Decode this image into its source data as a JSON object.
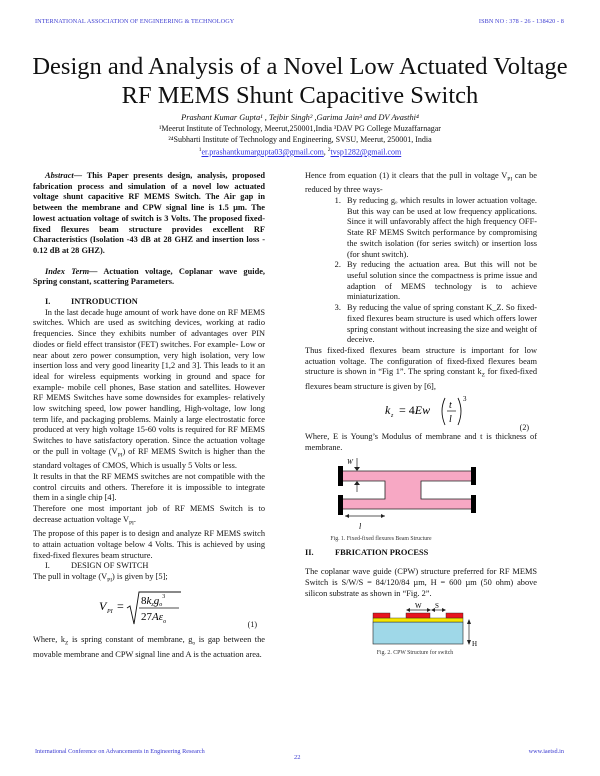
{
  "header": {
    "left": "INTERNATIONAL ASSOCIATION OF ENGINEERING & TECHNOLOGY",
    "right": "ISBN NO : 378 - 26 - 138420 - 8"
  },
  "title": {
    "line1": "Design and Analysis of a Novel Low Actuated Voltage",
    "line2": "RF MEMS Shunt Capacitive Switch"
  },
  "authors": {
    "names": "Prashant Kumar Gupta¹ , Tejbir Singh² ,Garima Jain³ and DV Avasthi⁴",
    "affil1": "¹Meerut Institute of Technology, Meerut,250001,India  ³DAV PG College Muzaffarnagar",
    "affil2": "²⁴Subharti Institute of Technology and Engineering, SVSU, Meerut, 250001, India",
    "email1": "er.prashantkumargupta03@gmail.com",
    "email_sep": ", ",
    "email2": "tvsp1282@gmail.com",
    "email1_sup": "1",
    "email2_sup": "2"
  },
  "abstract": {
    "label": "Abstract—",
    "text": " This Paper presents design, analysis, proposed fabrication process and simulation of a novel low actuated voltage shunt capacitive RF MEMS Switch. The Air gap in between the membrane and CPW signal line is 1.5 µm. The lowest actuation voltage of switch is 3 Volts. The proposed fixed-fixed flexures beam structure provides excellent RF Characteristics (Isolation -43 dB at 28 GHZ and insertion loss - 0.12 dB at 28 GHZ)."
  },
  "index_terms": {
    "label": "Index Term—",
    "text": " Actuation voltage, Coplanar wave guide, Spring constant, scattering Parameters."
  },
  "section1": {
    "num": "I.",
    "title": "INTRODUCTION",
    "p1": "In the last decade huge amount of work have done on RF MEMS switches. Which are used as switching devices, working at radio frequencies. Since they exhibits number of advantages over PIN diodes or field effect transistor (FET) switches. For example- Low or near about zero power consumption, very high isolation, very low insertion loss and very good linearity [1,2 and 3]. This leads to it an ideal for wireless equipments working in ground and space for example- mobile cell phones, Base station and satellites. However RF MEMS Switches have some downsides for examples- relatively low switching speed, low power handling, High-voltage, low long term life, and packaging problems. Mainly a large electrostatic force produced at very high voltage 15-60 volts is required for RF MEMS Switches to have satisfactory operation. Since the actuation voltage or the pull in voltage (V",
    "p1_sub": "PI",
    "p1_end": ") of RF MEMS Switch is higher than the standard voltages of CMOS, Which is usually 5 Volts or less.",
    "p2": "It results in that the RF MEMS switches are not compatible with the control circuits and others. Therefore it is impossible to integrate them in a single chip [4].",
    "p3": "Therefore one most important job of RF MEMS Switch is to decrease actuation voltage V",
    "p3_sub": "PI",
    "p3_end": ".",
    "p4": "The propose of this paper is to design and analyze RF MEMS switch to attain actuation voltage below 4 Volts. This is achieved by using fixed-fixed flexures beam structure."
  },
  "section_design": {
    "num": "I.",
    "title": "DESIGN OF SWITCH",
    "p1": "The pull in voltage (V",
    "p1_sub": "PI",
    "p1_end": ") is given by [5];",
    "eq1_num": "(1)",
    "p2": "Where, k",
    "p2_sub1": "Z",
    "p2_mid": " is spring constant of membrane, g",
    "p2_sub2": "o",
    "p2_end": " is gap between the movable membrane and CPW signal line and A is the actuation area."
  },
  "right": {
    "p1": "Hence from equation (1) it clears that the pull in voltage V",
    "p1_sub": "PI",
    "p1_end": " can be reduced by three ways-",
    "list": [
      "By reducing gₒ which results in lower actuation voltage. But this way can be used at low frequency applications. Since it will unfavorably affect the high frequency OFF- State RF MEMS Switch performance by compromising the switch isolation (for series switch) or insertion loss (for shunt switch).",
      "By reducing the actuation area. But this will not be useful solution since the compactness is prime issue and adaption of MEMS technology is to achieve miniaturization.",
      "By reducing the value of spring constant K_Z. So fixed-fixed flexures beam structure is used which offers lower spring constant without increasing the size and weight of deceive."
    ],
    "p2": "Thus fixed-fixed flexures beam structure is important for low actuation voltage. The configuration of fixed-fixed flexures beam structure is shown in “Fig 1”. The spring constant k",
    "p2_sub": "Z",
    "p2_end": " for fixed-fixed flexures beam structure is given by [6],",
    "eq2_num": "(2)",
    "p3": "Where, E is Young’s Modulus of membrane and t is thickness of membrane.",
    "fig1": {
      "label_w": "W",
      "label_l": "l",
      "caption": "Fig. 1. Fixed-fixed flexures Beam Structure",
      "beam_color": "#f7a8c4"
    },
    "section2": {
      "num": "II.",
      "title": "FBRICATION PROCESS"
    },
    "p4": "The coplanar wave guide (CPW) structure preferred for RF MEMS Switch is S/W/S = 84/120/84 µm, H = 600 µm (50 ohm) above silicon substrate as shown in “Fig. 2”.",
    "fig2": {
      "label_w": "W",
      "label_s": "S",
      "label_h": "H",
      "caption": "Fig. 2. CPW Structure for switch",
      "metal_color": "#e8141e",
      "oxide_color": "#f5e400",
      "substrate_color": "#9fd8e8"
    }
  },
  "footer": {
    "left": "International Conference on Advancements in Engineering Research",
    "page": "22",
    "right": "www.iaetsd.in"
  }
}
